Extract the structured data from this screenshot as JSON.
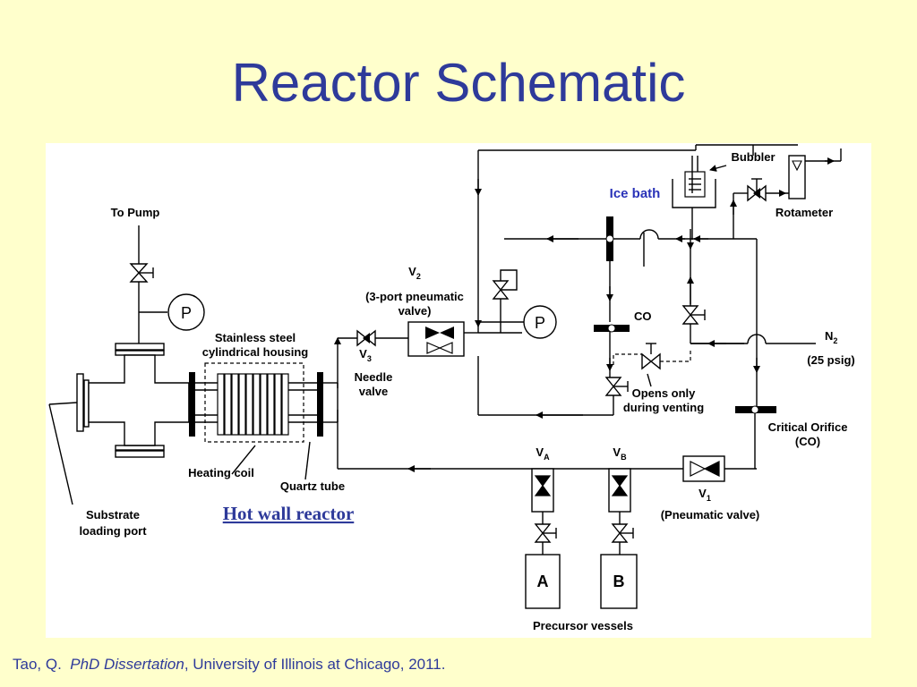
{
  "title": "Reactor Schematic",
  "citation": {
    "author": "Tao, Q.",
    "work": "PhD Dissertation",
    "rest": ", University of Illinois at Chicago, 2011."
  },
  "labels": {
    "to_pump": "To Pump",
    "pump_p": "P",
    "housing_line1": "Stainless steel",
    "housing_line2": "cylindrical housing",
    "heating_coil": "Heating coil",
    "quartz_tube": "Quartz tube",
    "hot_wall_reactor": "Hot wall reactor",
    "substrate_line1": "Substrate",
    "substrate_line2": "loading port",
    "v2": "V",
    "v2_sub": "2",
    "v2_desc_line1": "(3-port pneumatic",
    "v2_desc_line2": "valve)",
    "v3": "V",
    "v3_sub": "3",
    "needle_line1": "Needle",
    "needle_line2": "valve",
    "pressure_p": "P",
    "co": "CO",
    "opens_line1": "Opens only",
    "opens_line2": "during venting",
    "ice_bath": "Ice bath",
    "bubbler": "Bubbler",
    "rotameter": "Rotameter",
    "n2": "N",
    "n2_sub": "2",
    "psig": "(25 psig)",
    "critical_line1": "Critical Orifice",
    "critical_line2": "(CO)",
    "va": "V",
    "va_sub": "A",
    "vb": "V",
    "vb_sub": "B",
    "v1": "V",
    "v1_sub": "1",
    "pneumatic_valve": "(Pneumatic valve)",
    "vessel_a": "A",
    "vessel_b": "B",
    "precursor_vessels": "Precursor vessels"
  }
}
